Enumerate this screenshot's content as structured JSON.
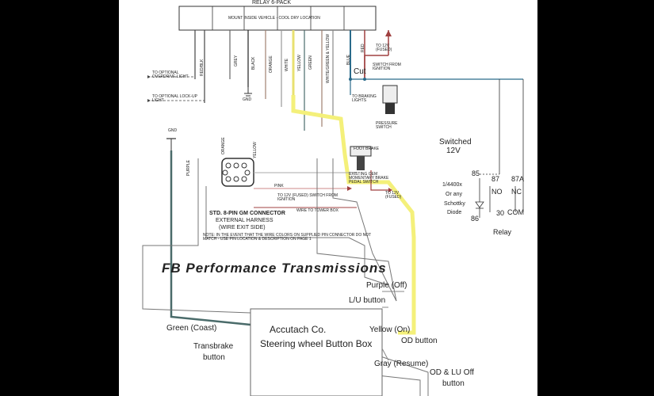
{
  "relay_pack": {
    "title": "RELAY 6-PACK",
    "subtitle": "MOUNT INSIDE VEHICLE - COOL DRY LOCATION"
  },
  "wire_labels": {
    "red_blk": "RED/BLK",
    "grey": "GREY",
    "black": "BLACK",
    "orange": "ORANGE",
    "white": "WHITE",
    "yellow": "YELLOW",
    "green": "GREEN",
    "white_green": "WHITE/GREEN & YELLOW",
    "blue": "BLUE",
    "red": "RED",
    "yellow_side": "YELLOW",
    "purple": "PURPLE",
    "orange2": "ORANGE"
  },
  "left_notes": {
    "overdrive": "TO OPTIONAL OVERDRIVE LIGHT",
    "lockup": "TO OPTIONAL LOCK-UP LIGHT",
    "gnd": "GND",
    "gnd2": "GND"
  },
  "top_right_notes": {
    "to_12v": "TO 12V (FUSED)",
    "switch_from_ignition": "SWITCH FROM IGNITION",
    "cut": "Cut",
    "to_braking_lights": "TO BRAKING LIGHTS",
    "pressure_switch": "PRESSURE SWITCH",
    "foot_brake": "FOOT BRAKE",
    "existing_oem": "EXISTING OEM MOMENTARY BRAKE PEDAL SWITCH",
    "to_12v_fused": "TO 12V (FUSED)"
  },
  "connector": {
    "title": "STD. 8-PIN GM CONNECTOR",
    "line2": "EXTERNAL HARNESS",
    "line3": "(WIRE EXIT SIDE)",
    "pink": "PINK",
    "to_12v_ign": "TO 12V (FUSED) SWITCH FROM IGNITION",
    "wire_to_bottom": "WIRE TO TOWER BOX",
    "note": "NOTE: IN THE EVENT THAT THE WIRE COLORS ON SUPPLIED PIN CONNECTOR DO NOT MATCH - USE PIN LOCATION & DESCRIPTION ON PAGE 1"
  },
  "relay": {
    "switched": "Switched",
    "v12": "12V",
    "p85": "85",
    "p87": "87",
    "p87a": "87A",
    "no": "NO",
    "nc": "NC",
    "p86": "86",
    "p30": "30",
    "com": "COM",
    "diode1": "1/4400x",
    "diode2": "Or any",
    "diode3": "Schottky",
    "diode4": "Diode",
    "relay_label": "Relay"
  },
  "brand": {
    "title": "FB Performance Transmissions"
  },
  "button_box": {
    "line1": "Accutach Co.",
    "line2": "Steering wheel Button Box"
  },
  "wires": {
    "purple_off": "Purple (Off)",
    "lu_button": "L/U button",
    "yellow_on": "Yellow (On)",
    "od_button": "OD button",
    "gray_resume": "Gray (Resume)",
    "od_lu_off": "OD & LU Off",
    "button": "button",
    "green_coast": "Green (Coast)",
    "transbrake": "Transbrake",
    "button2": "button"
  },
  "colors": {
    "yellow_wire": "#f4f07a",
    "green_wire": "#4a6b6a",
    "red_wire": "#a04040",
    "blue_wire": "#2a6a8a",
    "brown_wire": "#a08070"
  }
}
